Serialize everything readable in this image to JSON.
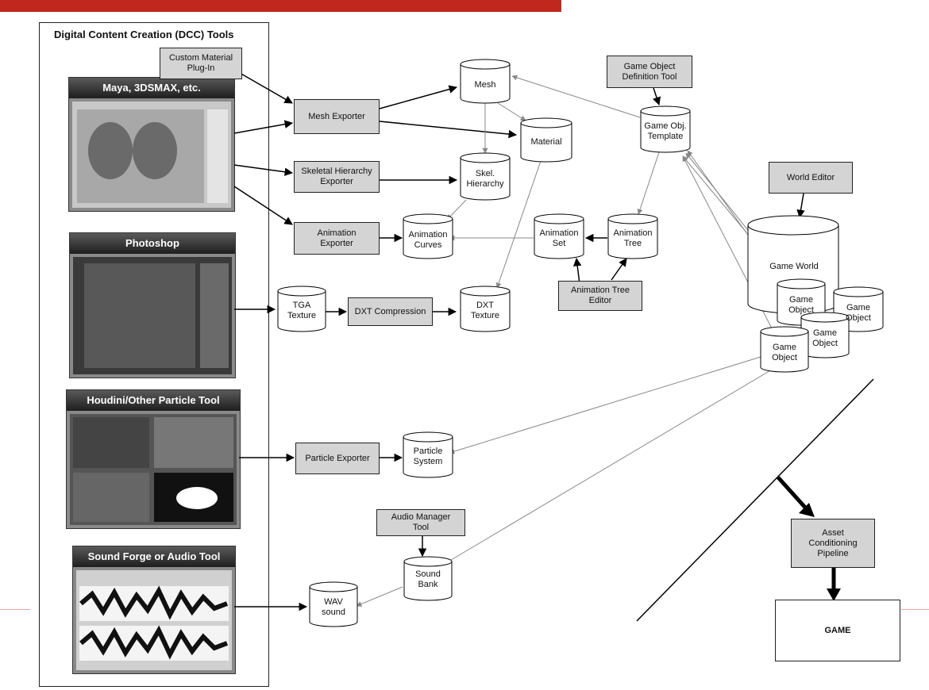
{
  "panel": {
    "title": "Digital Content Creation (DCC) Tools"
  },
  "tools": {
    "maya": "Maya, 3DSMAX, etc.",
    "photoshop": "Photoshop",
    "houdini": "Houdini/Other Particle Tool",
    "soundforge": "Sound Forge or Audio Tool"
  },
  "boxes": {
    "custom_material": "Custom Material\nPlug-In",
    "mesh_exporter": "Mesh Exporter",
    "skeletal_exporter": "Skeletal Hierarchy\nExporter",
    "animation_exporter": "Animation\nExporter",
    "dxt_compression": "DXT Compression",
    "particle_exporter": "Particle Exporter",
    "audio_manager": "Audio Manager\nTool",
    "game_obj_def_tool": "Game Object\nDefinition Tool",
    "world_editor": "World Editor",
    "anim_tree_editor": "Animation Tree\nEditor",
    "asset_pipeline": "Asset\nConditioning\nPipeline",
    "game": "GAME"
  },
  "cylinders": {
    "mesh": "Mesh",
    "material": "Material",
    "skel": "Skel.\nHierarchy",
    "anim_curves": "Animation\nCurves",
    "anim_set": "Animation\nSet",
    "anim_tree": "Animation\nTree",
    "game_obj_template": "Game Obj.\nTemplate",
    "tga": "TGA\nTexture",
    "dxt": "DXT\nTexture",
    "particle": "Particle\nSystem",
    "sound_bank": "Sound\nBank",
    "wav": "WAV\nsound",
    "game_world": "Game World",
    "go1": "Game\nObject",
    "go2": "Game\nObject",
    "go3": "Game\nObject",
    "go4": "Game\nObject"
  }
}
